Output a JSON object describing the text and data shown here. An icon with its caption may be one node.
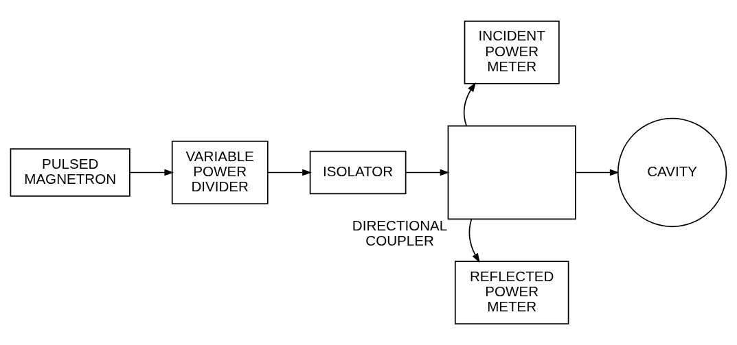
{
  "diagram": {
    "nodes": [
      {
        "text": [
          "PULSED MAGNETRON"
        ]
      },
      {
        "text": [
          "VARIABLE POWER DIVIDER"
        ]
      },
      {
        "text": [
          "ISOLATOR"
        ]
      },
      {
        "text": [],
        "shape": "box",
        "beside": [
          "DIRECTIONAL COUPLER"
        ]
      },
      {
        "text": [
          "INCIDENT POWER METER"
        ]
      },
      {
        "text": [
          "CAVITY"
        ]
      },
      {
        "text": [
          "REFLECTED POWER METER"
        ]
      }
    ],
    "edges": [
      {
        "from": 0,
        "to": 1,
        "arrow": "to"
      },
      {
        "from": 1,
        "to": 2,
        "arrow": "to"
      },
      {
        "from": 2,
        "to": 3,
        "arrow": "to"
      },
      {
        "from": 3,
        "to": 4,
        "arrow": "to"
      },
      {
        "from": 3,
        "to": 5,
        "arrow": "to"
      },
      {
        "from": 3,
        "to": 6,
        "arrow": "to"
      }
    ]
  }
}
